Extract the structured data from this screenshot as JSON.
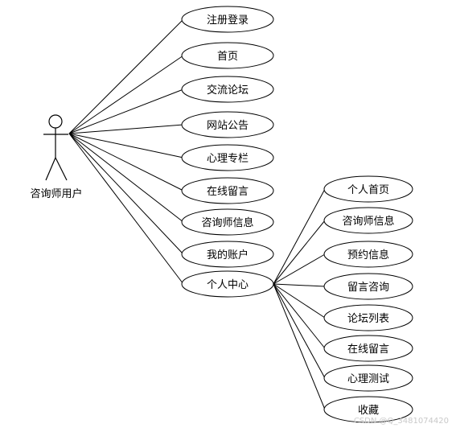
{
  "actor": {
    "label": "咨询师用户"
  },
  "use_cases": [
    "注册登录",
    "首页",
    "交流论坛",
    "网站公告",
    "心理专栏",
    "在线留言",
    "咨询师信息",
    "我的账户",
    "个人中心"
  ],
  "sub_use_cases": [
    "个人首页",
    "咨询师信息",
    "预约信息",
    "留言咨询",
    "论坛列表",
    "在线留言",
    "心理测试",
    "收藏"
  ],
  "watermark": "CSDN @Q_3481074420"
}
